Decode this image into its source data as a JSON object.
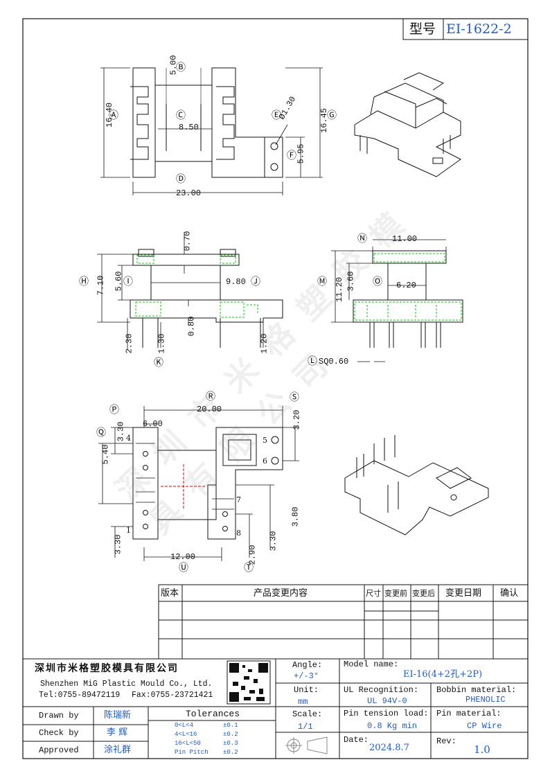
{
  "header": {
    "model_label": "型号",
    "model_value": "EI-1622-2"
  },
  "watermark": "深圳市米格塑胶模具有限公司",
  "top_view": {
    "dims": {
      "A": "16.40",
      "B": "5.00",
      "C": "8.50",
      "D": "23.00",
      "E": "Ø1.30",
      "F": "5.95",
      "G": "16.45"
    },
    "tags": {
      "A": "Ⓐ",
      "B": "Ⓑ",
      "C": "Ⓒ",
      "D": "Ⓓ",
      "E": "Ⓔ",
      "F": "Ⓕ",
      "G": "Ⓖ"
    }
  },
  "front_view": {
    "dims": {
      "H": "7.10",
      "I": "5.60",
      "top": "0.70",
      "J": "9.80",
      "mid": "0.80",
      "p1": "2.30",
      "K": "1.30",
      "p2": "1.20"
    },
    "tags": {
      "H": "Ⓗ",
      "I": "Ⓘ",
      "J": "Ⓙ",
      "K": "Ⓚ"
    }
  },
  "side_view": {
    "dims": {
      "N": "11.00",
      "M": "11.20",
      "h": "3.60",
      "O": "6.20",
      "L": "SQ0.60"
    },
    "tags": {
      "N": "Ⓝ",
      "M": "Ⓜ",
      "O": "Ⓞ",
      "L": "Ⓛ"
    }
  },
  "bottom_view": {
    "dims": {
      "R": "20.00",
      "S": "3.20",
      "P": "3.30",
      "Q": "5.40",
      "w6": "6.00",
      "U": "12.00",
      "b1": "3.30",
      "T": "2.90",
      "b2": "3.30",
      "b3": "3.80"
    },
    "tags": {
      "R": "Ⓡ",
      "S": "Ⓢ",
      "P": "Ⓟ",
      "Q": "Ⓠ",
      "U": "Ⓤ",
      "T": "Ⓣ"
    },
    "pins": [
      "4",
      "1",
      "5",
      "6",
      "7",
      "8"
    ]
  },
  "revision_table": {
    "headers": [
      "版本",
      "产品变更内容",
      "尺寸",
      "变更前",
      "变更后",
      "变更日期",
      "确认"
    ]
  },
  "title_block": {
    "company_cn": "深圳市米格塑胶模具有限公司",
    "company_en": "Shenzhen MiG Plastic Mould Co., Ltd.",
    "tel": "Tel:0755-89472119",
    "fax": "Fax:0755-23721421",
    "angle_label": "Angle:",
    "angle_value": "+/-3°",
    "unit_label": "Unit:",
    "unit_value": "mm",
    "scale_label": "Scale:",
    "scale_value": "1/1",
    "model_label": "Model name:",
    "model_value": "EI-16(4+2孔+2P)",
    "ul_label": "UL Recognition:",
    "ul_value": "UL 94V-0",
    "bobbin_label": "Bobbin material:",
    "bobbin_value": "PHENOLIC",
    "tension_label": "Pin tension load:",
    "tension_value": "0.8 Kg min",
    "pin_mat_label": "Pin material:",
    "pin_mat_value": "CP Wire",
    "date_label": "Date:",
    "date_value": "2024.8.7",
    "rev_label": "Rev:",
    "rev_value": "1.0",
    "drawn_label": "Drawn by",
    "drawn_value": "陈瑞新",
    "check_label": "Check by",
    "check_value": "李  辉",
    "approved_label": "Approved",
    "approved_value": "涂礼群",
    "tol_title": "Tolerances",
    "tolerances": [
      {
        "range": "0<L<4",
        "value": "±0.1"
      },
      {
        "range": "4<L<16",
        "value": "±0.2"
      },
      {
        "range": "16<L<50",
        "value": "±0.3"
      },
      {
        "range": "Pin Pitch",
        "value": "±0.2"
      }
    ]
  },
  "colors": {
    "line": "#111111",
    "green": "#00cc00",
    "blue": "#1f5bc6",
    "red": "#e00000"
  }
}
